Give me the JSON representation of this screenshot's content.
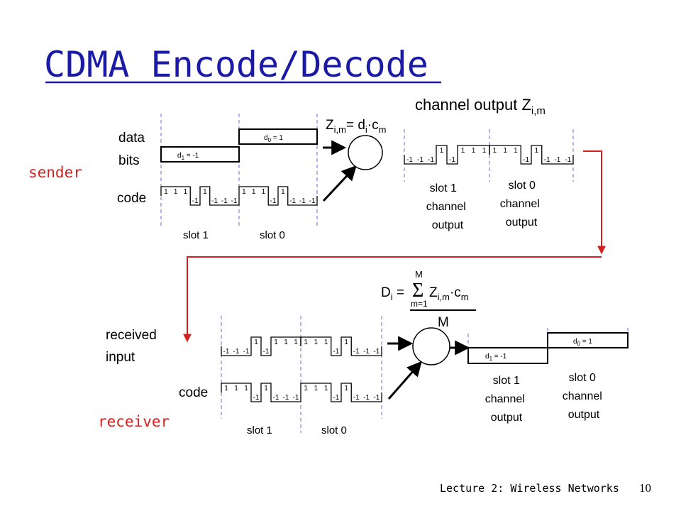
{
  "slide": {
    "title": "CDMA Encode/Decode",
    "footer": "Lecture 2: Wireless Networks",
    "page_number": "10"
  },
  "colors": {
    "title": "#1a1aa6",
    "role_label": "#d42020",
    "flow_arrow": "#d42020",
    "dashed_line": "#6a6ad0"
  },
  "sender": {
    "role": "sender",
    "data_bits_line1": "data",
    "data_bits_line2": "bits",
    "code_label": "code",
    "d1_label": "d",
    "d1_sub": "1",
    "d1_rest": " = -1",
    "d0_label": "d",
    "d0_sub": "0",
    "d0_rest": " = 1",
    "slot1_label": "slot 1",
    "slot0_label": "slot 0",
    "formula_z": "Z",
    "formula_sub1": "i,m",
    "formula_mid": "= d",
    "formula_sub2": "i",
    "formula_dot": "·c",
    "formula_sub3": "m",
    "output_title": "channel output Z",
    "output_title_sub": "i,m",
    "slot1_output": [
      "slot 1",
      "channel",
      "output"
    ],
    "slot0_output": [
      "slot 0",
      "channel",
      "output"
    ]
  },
  "receiver": {
    "role": "receiver",
    "received_line1": "received",
    "received_line2": "input",
    "code_label": "code",
    "slot1_label": "slot 1",
    "slot0_label": "slot 0",
    "formula_d": "D",
    "formula_sub_i": "i",
    "formula_eq": " = ",
    "formula_sigma": "Σ",
    "formula_upper": "M",
    "formula_lower": "m=1",
    "formula_z": "Z",
    "formula_sub_im": "i,m",
    "formula_dot": "·c",
    "formula_sub_m": "m",
    "formula_denominator": "M",
    "d1_label": "d",
    "d1_sub": "1",
    "d1_rest": " = -1",
    "d0_label": "d",
    "d0_sub": "0",
    "d0_rest": " = 1",
    "slot1_output": [
      "slot 1",
      "channel",
      "output"
    ],
    "slot0_output": [
      "slot 0",
      "channel",
      "output"
    ]
  },
  "waveforms": {
    "code": {
      "chips": [
        1,
        1,
        1,
        -1,
        1,
        -1,
        -1,
        -1
      ],
      "labels": [
        "1",
        "1",
        "1",
        "-1",
        "1",
        "-1",
        "-1",
        "-1"
      ]
    },
    "slot1_output": {
      "chips": [
        -1,
        -1,
        -1,
        1,
        -1,
        1,
        1,
        1
      ],
      "labels": [
        "-1",
        "-1",
        "-1",
        "1",
        "-1",
        "1",
        "1",
        "1"
      ]
    },
    "slot0_output": {
      "chips": [
        1,
        1,
        1,
        -1,
        1,
        -1,
        -1,
        -1
      ],
      "labels": [
        "1",
        "1",
        "1",
        "-1",
        "1",
        "-1",
        "-1",
        "-1"
      ]
    }
  }
}
